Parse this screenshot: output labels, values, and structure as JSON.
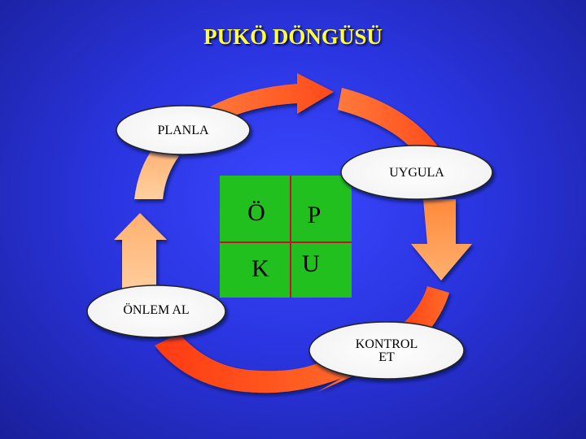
{
  "title": "PUKÖ DÖNGÜSÜ",
  "nodes": {
    "planla": "PLANLA",
    "uygula": "UYGULA",
    "kontrol_line1": "KONTROL",
    "kontrol_line2": "ET",
    "onlem": "ÖNLEM AL"
  },
  "matrix": {
    "top_left": "Ö",
    "top_right": "P",
    "bottom_left": "K",
    "bottom_right": "U"
  },
  "colors": {
    "background": "#2a35e0",
    "title": "#ffff33",
    "arrow_orange": "#ff5a2a",
    "arrow_light": "#ffb070",
    "matrix_fill": "#22c01e",
    "matrix_lines": "#c8102e"
  }
}
